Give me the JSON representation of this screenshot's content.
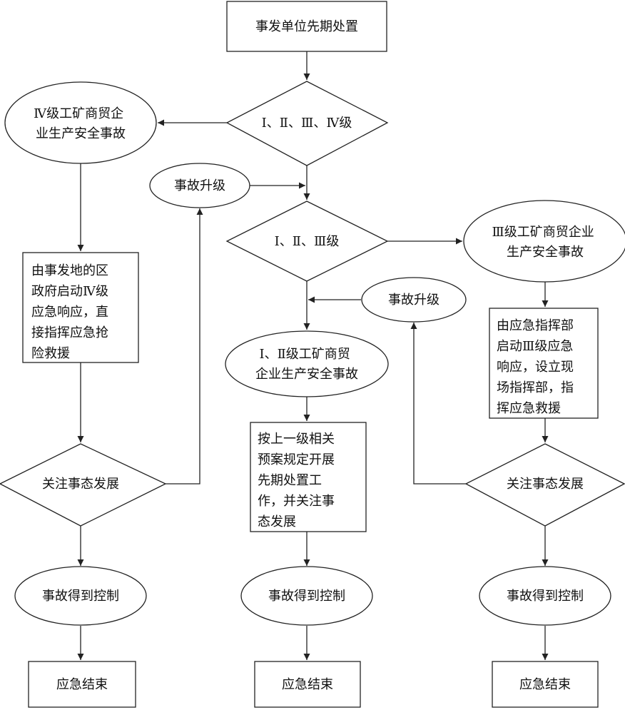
{
  "nodes": {
    "start": "事发单位先期处置",
    "d1": "Ⅰ、Ⅱ、Ⅲ、Ⅳ级",
    "iv_event": [
      "Ⅳ级工矿商贸企",
      "业生产安全事故"
    ],
    "upgrade_left": "事故升级",
    "d2": "Ⅰ、Ⅱ、Ⅲ级",
    "iii_event": [
      "Ⅲ级工矿商贸企业",
      "生产安全事故"
    ],
    "iv_response": [
      "由事发地的区",
      "政府启动Ⅳ级",
      "应急响应，直",
      "接指挥应急抢",
      "险救援"
    ],
    "upgrade_right": "事故升级",
    "iii_response": [
      "由应急指挥部",
      "启动Ⅲ级应急",
      "响应，设立现",
      "场指挥部，指",
      "挥应急救援"
    ],
    "i_ii_event": [
      "Ⅰ、Ⅱ级工矿商贸",
      "企业生产安全事故"
    ],
    "i_ii_response": [
      "按上一级相关",
      "预案规定开展",
      "先期处置工",
      "作，并关注事",
      "态发展"
    ],
    "watch_left": "关注事态发展",
    "watch_right": "关注事态发展",
    "controlled_left": "事故得到控制",
    "controlled_mid": "事故得到控制",
    "controlled_right": "事故得到控制",
    "end_left": "应急结束",
    "end_mid": "应急结束",
    "end_right": "应急结束"
  }
}
